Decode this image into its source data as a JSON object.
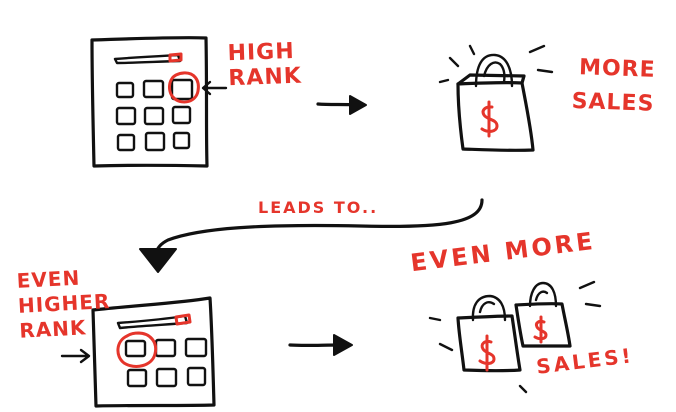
{
  "labels": {
    "high_rank": "HIGH RANK",
    "more_sales": "MORE SALES",
    "leads_to": "LEADS TO..",
    "even_higher_rank": "EVEN HIGHER RANK",
    "even_more": "EVEN MORE",
    "sales_bang": "SALES!"
  },
  "bag_symbol": "$",
  "colors": {
    "ink": "#111111",
    "accent_red": "#e5352b",
    "background": "#ffffff"
  },
  "icons": [
    "phone-icon",
    "search-bar-icon",
    "app-grid-icon",
    "highlight-circle-icon",
    "shopping-bag-icon",
    "arrow-right-icon",
    "curved-arrow-icon"
  ]
}
